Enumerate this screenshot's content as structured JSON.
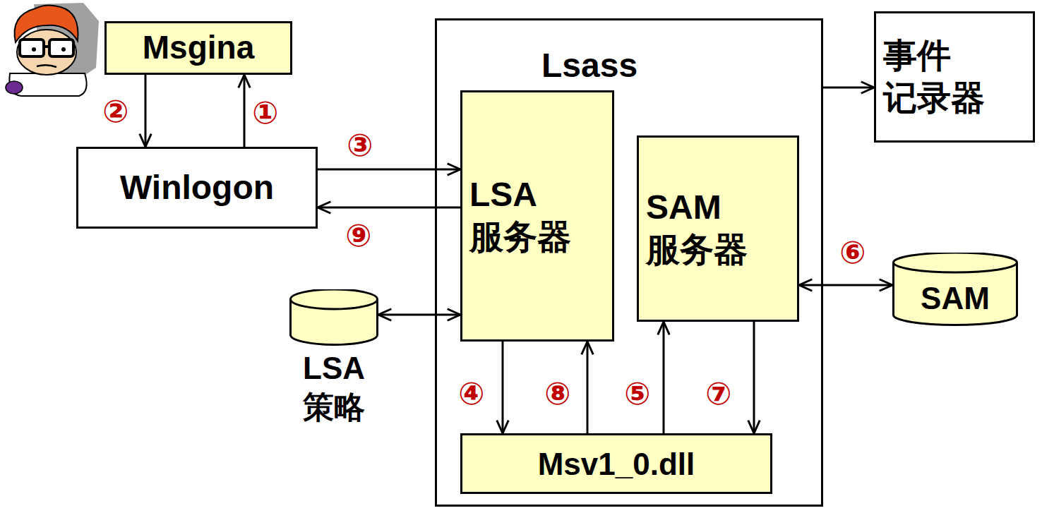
{
  "diagram": {
    "nodes": [
      {
        "text": [
          "Msgina"
        ]
      },
      {
        "text": [
          "Winlogon"
        ]
      },
      {
        "text": [
          "Lsass"
        ]
      },
      {
        "text": [
          "LSA 服务器"
        ],
        "in": 2
      },
      {
        "text": [
          "SAM 服务器"
        ],
        "in": 2
      },
      {
        "text": [
          "Msv1_0.dll"
        ],
        "in": 2
      },
      {
        "text": [
          "事件 记录器"
        ]
      },
      {
        "text": [
          "SAM"
        ]
      },
      {
        "text": [
          "LSA 策略"
        ]
      }
    ],
    "edges": [
      {
        "from": 1,
        "to": 0,
        "arrow": "to",
        "label": "①"
      },
      {
        "from": 0,
        "to": 1,
        "arrow": "to",
        "label": "②"
      },
      {
        "from": 1,
        "to": 3,
        "arrow": "to",
        "label": "③"
      },
      {
        "from": 3,
        "to": 1,
        "arrow": "to",
        "label": "⑨"
      },
      {
        "from": 3,
        "to": 8,
        "arrow": "both"
      },
      {
        "from": 3,
        "to": 5,
        "arrow": "to",
        "label": "④"
      },
      {
        "from": 5,
        "to": 3,
        "arrow": "to",
        "label": "⑧"
      },
      {
        "from": 5,
        "to": 4,
        "arrow": "to",
        "label": "⑤"
      },
      {
        "from": 4,
        "to": 5,
        "arrow": "to",
        "label": "⑦"
      },
      {
        "from": 4,
        "to": 7,
        "arrow": "both",
        "label": "⑥"
      },
      {
        "from": 2,
        "to": 6,
        "arrow": "to"
      }
    ]
  }
}
